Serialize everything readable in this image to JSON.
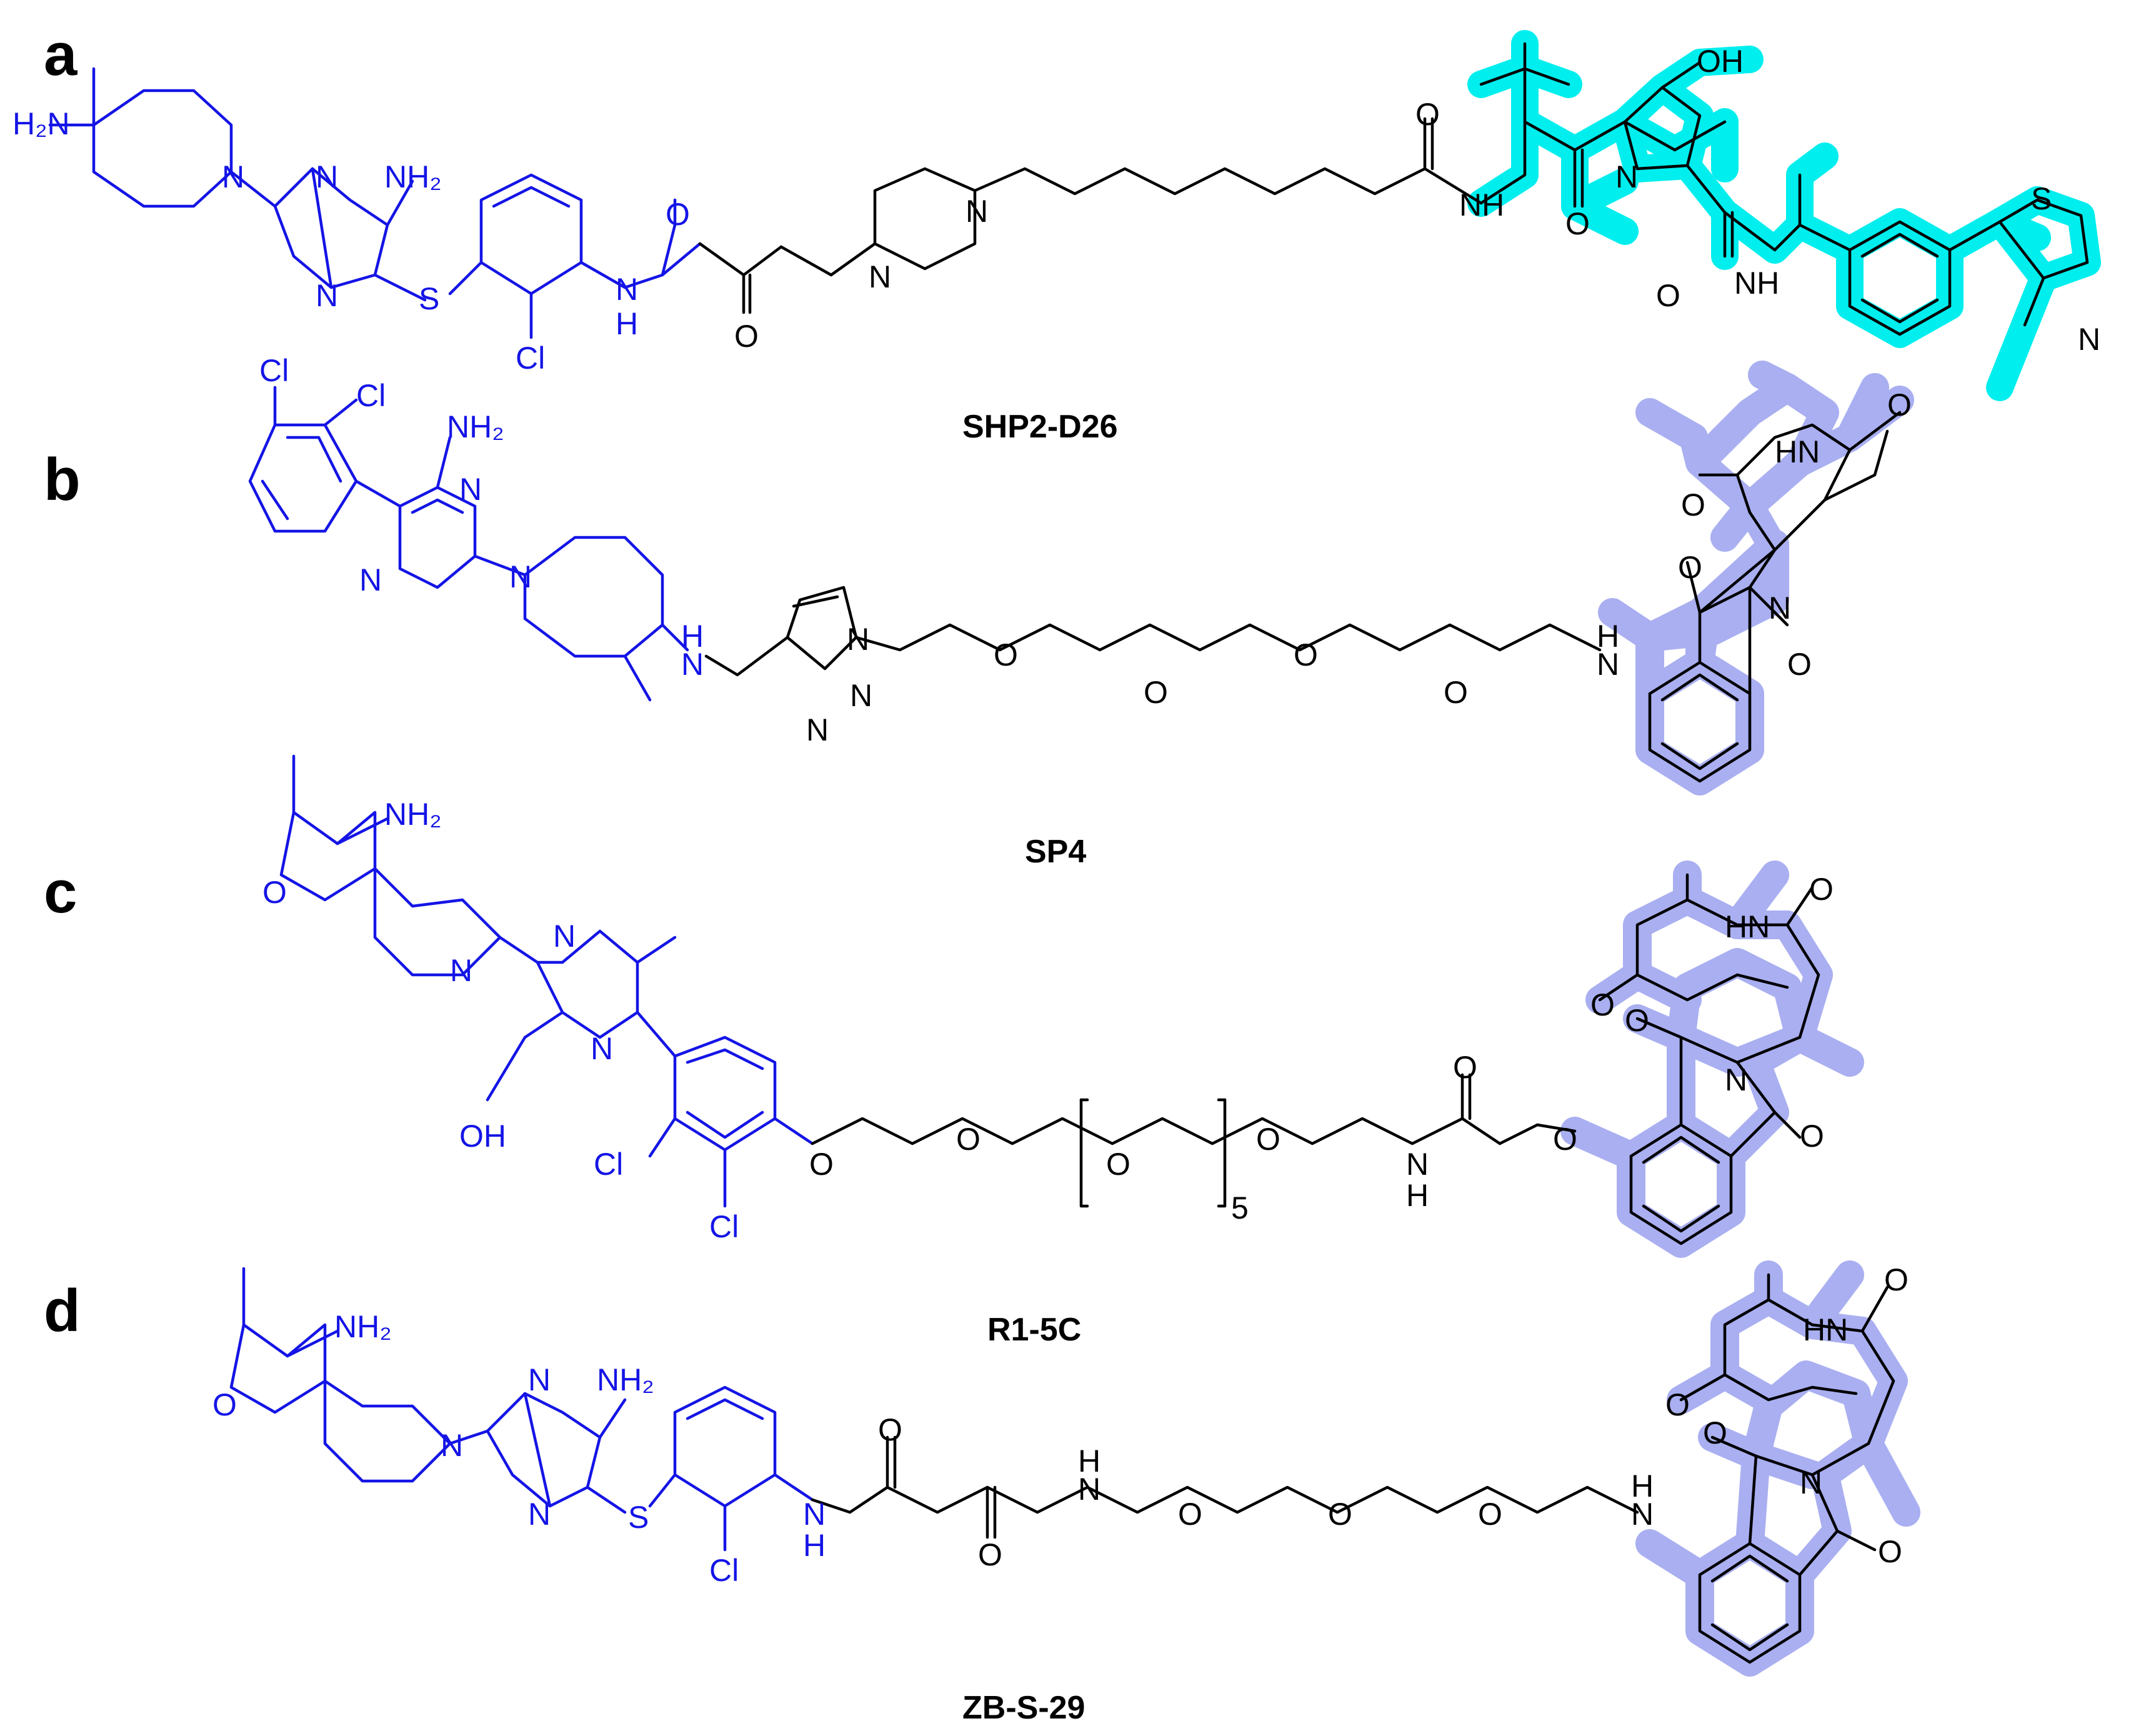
{
  "colors": {
    "shp2_ligand": "#1414e6",
    "linker": "#000000",
    "vhl_highlight": "#00eeee",
    "crbn_highlight": "#a9aff0",
    "background": "#ffffff"
  },
  "panels": [
    {
      "letter": "a",
      "name": "SHP2-D26",
      "labels": {
        "H2N": "H₂N",
        "N1": "N",
        "N2": "N",
        "N3": "N",
        "NH2": "NH₂",
        "S": "S",
        "Cl": "Cl",
        "NH_amide": "N",
        "H_amide": "H",
        "O_amide1": "O",
        "O_amide2": "O",
        "N_pip1": "N",
        "N_pip2": "N",
        "O_link": "O",
        "NH_vhl": "NH",
        "O_vhl1": "O",
        "N_pro": "N",
        "OH": "OH",
        "O_vhl2": "O",
        "NH_vhl2": "NH",
        "S_thz": "S",
        "N_thz": "N"
      }
    },
    {
      "letter": "b",
      "name": "SP4",
      "labels": {
        "Cl1": "Cl",
        "Cl2": "Cl",
        "NH2": "NH₂",
        "N1": "N",
        "N2": "N",
        "N3": "N",
        "H_amine": "H",
        "N_amine": "N",
        "N_tz1": "N",
        "N_tz2": "N",
        "N_tz3": "N",
        "O1": "O",
        "O2": "O",
        "O3": "O",
        "O4": "O",
        "H_aniline": "H",
        "N_aniline": "N",
        "HN_glut": "HN",
        "O_glut1": "O",
        "O_glut2": "O",
        "O_imide1": "O",
        "O_imide2": "O",
        "N_imide": "N"
      }
    },
    {
      "letter": "c",
      "name": "R1-5C",
      "labels": {
        "NH2": "NH₂",
        "O_ring": "O",
        "N_pip": "N",
        "N1": "N",
        "N2": "N",
        "OH": "OH",
        "Cl1": "Cl",
        "Cl2": "Cl",
        "O1": "O",
        "O2": "O",
        "O3": "O",
        "O4": "O",
        "repeat": "5",
        "N_amide": "N",
        "H_amide": "H",
        "O_amide": "O",
        "O_aryl": "O",
        "HN_glut": "HN",
        "O_glut1": "O",
        "O_glut2": "O",
        "O_imide1": "O",
        "O_imide2": "O",
        "N_imide": "N"
      }
    },
    {
      "letter": "d",
      "name": "ZB-S-29",
      "labels": {
        "NH2": "NH₂",
        "O_ring": "O",
        "N_pip": "N",
        "N1": "N",
        "N2": "N",
        "NH2_pyr": "NH₂",
        "S": "S",
        "Cl": "Cl",
        "N_amide1": "N",
        "H_amide1": "H",
        "O_amide1": "O",
        "O_amide2": "O",
        "H_amide2": "H",
        "N_amide2": "N",
        "O1": "O",
        "O2": "O",
        "O3": "O",
        "H_aniline": "H",
        "N_aniline": "N",
        "HN_glut": "HN",
        "O_glut1": "O",
        "O_glut2": "O",
        "O_imide1": "O",
        "O_imide2": "O",
        "N_imide": "N"
      }
    }
  ]
}
